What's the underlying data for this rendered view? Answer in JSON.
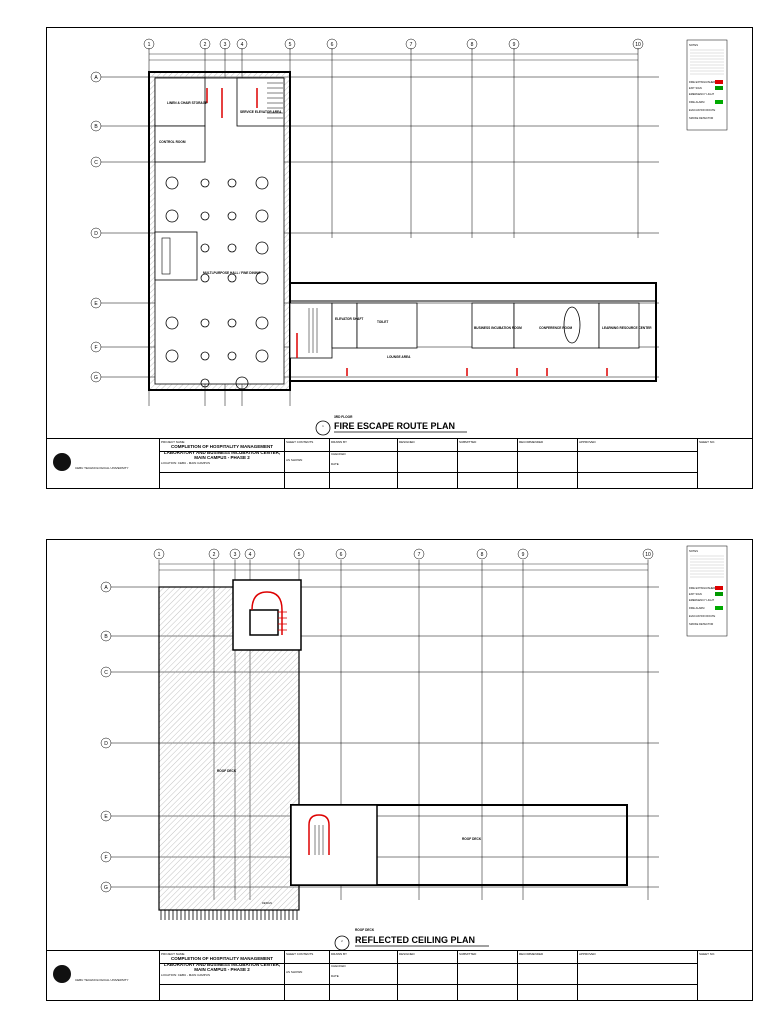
{
  "sheets": [
    {
      "floor_label": "3RD FLOOR",
      "plan_title": "FIRE ESCAPE ROUTE PLAN",
      "scale_marker": "1",
      "rooms": {
        "linen": "LINEN & CHAIR STORAGE",
        "elevator": "SERVICE ELEVATOR AREA",
        "control": "CONTROL ROOM",
        "dining": "MULTI-PURPOSE HALL / FINE DINING",
        "elevator_shaft": "ELEVATOR SHAFT",
        "toilet": "TOILET",
        "business": "BUSINESS INCUBATION ROOM",
        "conference": "CONFERENCE ROOM",
        "learning": "LEARNING RESOURCE CENTER",
        "lounge": "LOUNGE AREA"
      }
    },
    {
      "floor_label": "ROOF DECK",
      "plan_title": "REFLECTED CEILING PLAN",
      "scale_marker": "2",
      "rooms": {
        "roof_deck_1": "ROOF DECK",
        "roof_deck_2": "ROOF DECK",
        "design": "DESIGN"
      }
    }
  ],
  "grid": {
    "columns": [
      "1",
      "2",
      "3",
      "4",
      "5",
      "6",
      "7",
      "8",
      "9",
      "10"
    ],
    "rows": [
      "A",
      "B",
      "C",
      "D",
      "E",
      "F",
      "G"
    ]
  },
  "title_block": {
    "org": "CEBU TECHNOLOGICAL UNIVERSITY",
    "project_header": "PROJECT NAME",
    "project": "COMPLETION OF HOSPITALITY MANAGEMENT LABORATORY AND BUSINESS INCUBATION CENTER, MAIN CAMPUS - PHASE 2",
    "location": "LOCATION: CEBU - MAIN CAMPUS",
    "sheet_content": "SHEET CONTENTS",
    "drawn_by": "DRAWN BY",
    "checked": "CHECKED",
    "date": "DATE",
    "designed": "DESIGNED",
    "submitted": "SUBMITTED",
    "recommended": "RECOMMENDED",
    "approved": "APPROVED",
    "sheet_no": "SHEET NO.",
    "as_shown": "AS SHOWN"
  },
  "legend": {
    "header": "NOTES",
    "items": [
      "FIRE EXTINGUISHER",
      "EXIT SIGN",
      "EMERGENCY LIGHT",
      "FIRE ALARM",
      "EVACUATION ROUTE",
      "SMOKE DETECTOR"
    ]
  }
}
